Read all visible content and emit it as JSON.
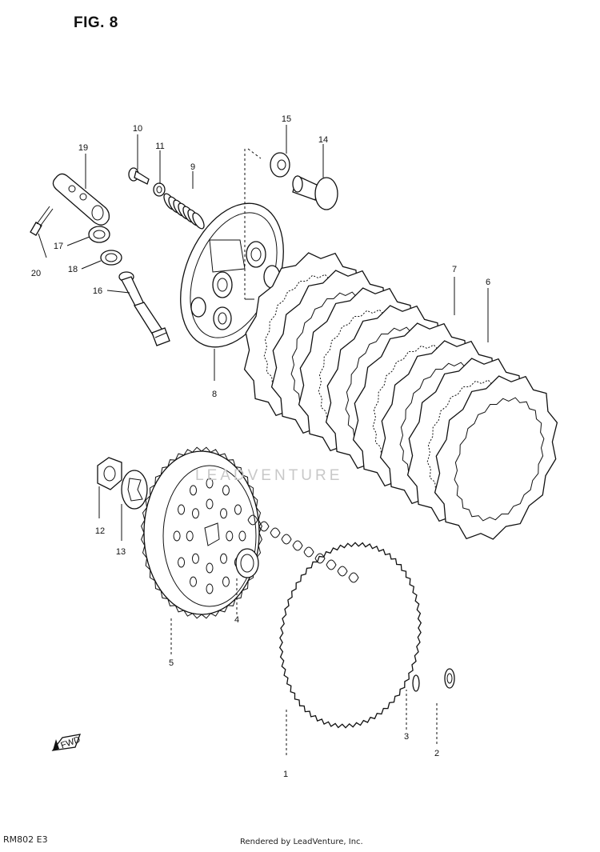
{
  "figure": {
    "title": "FIG. 8",
    "model_code": "RM802 E3",
    "credit": "Rendered by LeadVenture, Inc.",
    "watermark": "LEADVENTURE",
    "fwd_label": "FWD"
  },
  "callouts": [
    {
      "id": "c1",
      "label": "1"
    },
    {
      "id": "c2",
      "label": "2"
    },
    {
      "id": "c3",
      "label": "3"
    },
    {
      "id": "c4",
      "label": "4"
    },
    {
      "id": "c5",
      "label": "5"
    },
    {
      "id": "c6",
      "label": "6"
    },
    {
      "id": "c7",
      "label": "7"
    },
    {
      "id": "c8",
      "label": "8"
    },
    {
      "id": "c9",
      "label": "9"
    },
    {
      "id": "c10",
      "label": "10"
    },
    {
      "id": "c11",
      "label": "11"
    },
    {
      "id": "c12",
      "label": "12"
    },
    {
      "id": "c13",
      "label": "13"
    },
    {
      "id": "c14",
      "label": "14"
    },
    {
      "id": "c15",
      "label": "15"
    },
    {
      "id": "c16",
      "label": "16"
    },
    {
      "id": "c17",
      "label": "17"
    },
    {
      "id": "c18",
      "label": "18"
    },
    {
      "id": "c19",
      "label": "19"
    },
    {
      "id": "c20",
      "label": "20"
    }
  ]
}
